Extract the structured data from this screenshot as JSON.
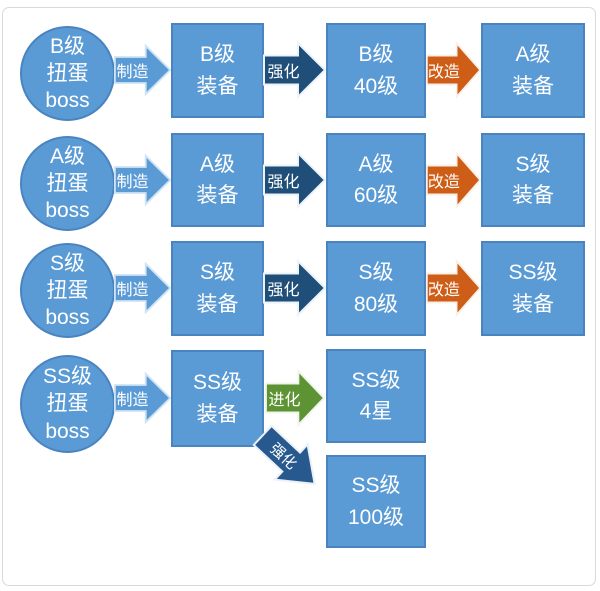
{
  "colors": {
    "background": "#FFFFFF",
    "frame_border": "#D9D9D9",
    "shape_fill_blue": "#5B9BD5",
    "shape_border_blue": "#4A84C0",
    "arrow_make_blue": "#5B9BD5",
    "arrow_enhance_navy": "#1F4E79",
    "arrow_convert_orange": "#CE5E17",
    "arrow_evolve_green": "#5E9334",
    "arrow_enhance_diag_blue": "#27598F",
    "label_text": "#FFFFFF"
  },
  "rows": [
    {
      "source": "B级\n扭蛋\nboss",
      "make": "制造",
      "equip": "B级\n装备",
      "enhance": "强化",
      "leveled": "B级\n40级",
      "convert": "改造",
      "converted": "A级\n装备"
    },
    {
      "source": "A级\n扭蛋\nboss",
      "make": "制造",
      "equip": "A级\n装备",
      "enhance": "强化",
      "leveled": "A级\n60级",
      "convert": "改造",
      "converted": "S级\n装备"
    },
    {
      "source": "S级\n扭蛋\nboss",
      "make": "制造",
      "equip": "S级\n装备",
      "enhance": "强化",
      "leveled": "S级\n80级",
      "convert": "改造",
      "converted": "SS级\n装备"
    },
    {
      "source": "SS级\n扭蛋\nboss",
      "make": "制造",
      "equip": "SS级\n装备",
      "evolve": "进化",
      "evolved": "SS级\n4星",
      "enhance": "强化",
      "enhanced": "SS级\n100级"
    }
  ]
}
